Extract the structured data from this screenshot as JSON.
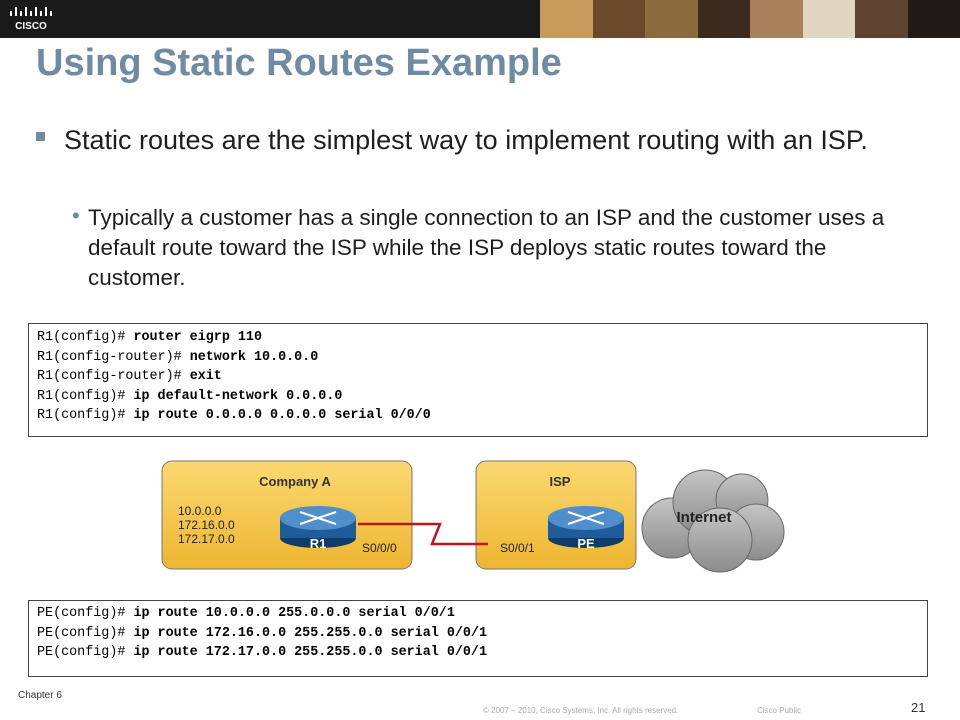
{
  "header": {
    "logo_icon": "cisco-logo-icon",
    "logo_text": "CISCO",
    "photo_colors": [
      "#c79a5b",
      "#6b4a2c",
      "#8b6b3d",
      "#3c2a1e",
      "#a7815b",
      "#e1d5c0",
      "#5e4331",
      "#1f1a16"
    ]
  },
  "slide": {
    "title": "Using Static Routes Example",
    "bullet1": "Static routes are the simplest way to implement routing with an ISP.",
    "bullet2": "Typically a customer has a single connection to an ISP and the customer uses a default route toward the ISP while the ISP deploys static routes toward the customer."
  },
  "config_r1": [
    {
      "prompt": "R1(config)# ",
      "cmd": "router eigrp 110"
    },
    {
      "prompt": "R1(config-router)# ",
      "cmd": "network 10.0.0.0"
    },
    {
      "prompt": "R1(config-router)# ",
      "cmd": "exit"
    },
    {
      "prompt": "R1(config)# ",
      "cmd": "ip default-network 0.0.0.0"
    },
    {
      "prompt": "R1(config)# ",
      "cmd": "ip route 0.0.0.0 0.0.0.0 serial 0/0/0"
    }
  ],
  "config_pe": [
    {
      "prompt": "PE(config)# ",
      "cmd": "ip route 10.0.0.0 255.0.0.0 serial 0/0/1"
    },
    {
      "prompt": "PE(config)# ",
      "cmd": "ip route 172.16.0.0 255.255.0.0 serial 0/0/1"
    },
    {
      "prompt": "PE(config)# ",
      "cmd": "ip route 172.17.0.0 255.255.0.0 serial 0/0/1"
    }
  ],
  "diagram": {
    "company_label": "Company A",
    "isp_label": "ISP",
    "networks": [
      "10.0.0.0",
      "172.16.0.0",
      "172.17.0.0"
    ],
    "r1_label": "R1",
    "pe_label": "PE",
    "r1_interface": "S0/0/0",
    "pe_interface": "S0/0/1",
    "internet_label": "Internet",
    "router_icon": "router-icon",
    "cloud_icon": "cloud-icon",
    "colors": {
      "site_fill": "#f6c64d",
      "router_blue": "#1f5d9a",
      "serial_link": "#c0161b",
      "cloud": "#aaaaaa"
    }
  },
  "footer": {
    "chapter": "Chapter 6",
    "copyright": "© 2007 – 2010, Cisco Systems, Inc. All rights reserved.",
    "classification": "Cisco Public",
    "page": "21"
  }
}
